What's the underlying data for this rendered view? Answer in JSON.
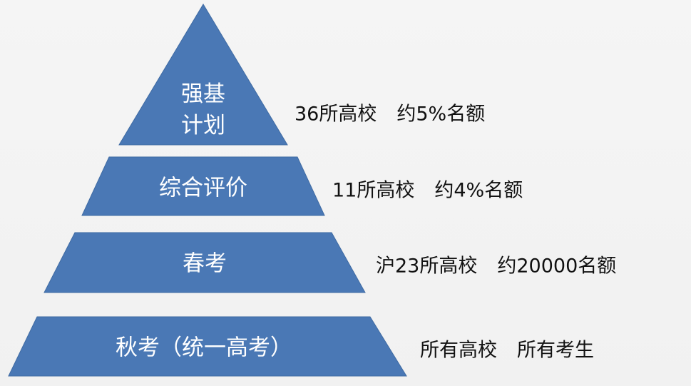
{
  "tiers": [
    {
      "label_lines": [
        "强基",
        "计划"
      ],
      "schools": "36所高校",
      "quota": "约5%名额"
    },
    {
      "label_lines": [
        "综合评价"
      ],
      "schools": "11所高校",
      "quota": "约4%名额"
    },
    {
      "label_lines": [
        "春考"
      ],
      "schools": "沪23所高校",
      "quota": "约20000名额"
    },
    {
      "label_lines": [
        "秋考（统一高考）"
      ],
      "schools": "所有高校",
      "quota": "所有考生"
    }
  ],
  "colors": {
    "tier_fill": "#4a78b5",
    "label_text": "#ffffff",
    "desc_text": "#111111"
  }
}
